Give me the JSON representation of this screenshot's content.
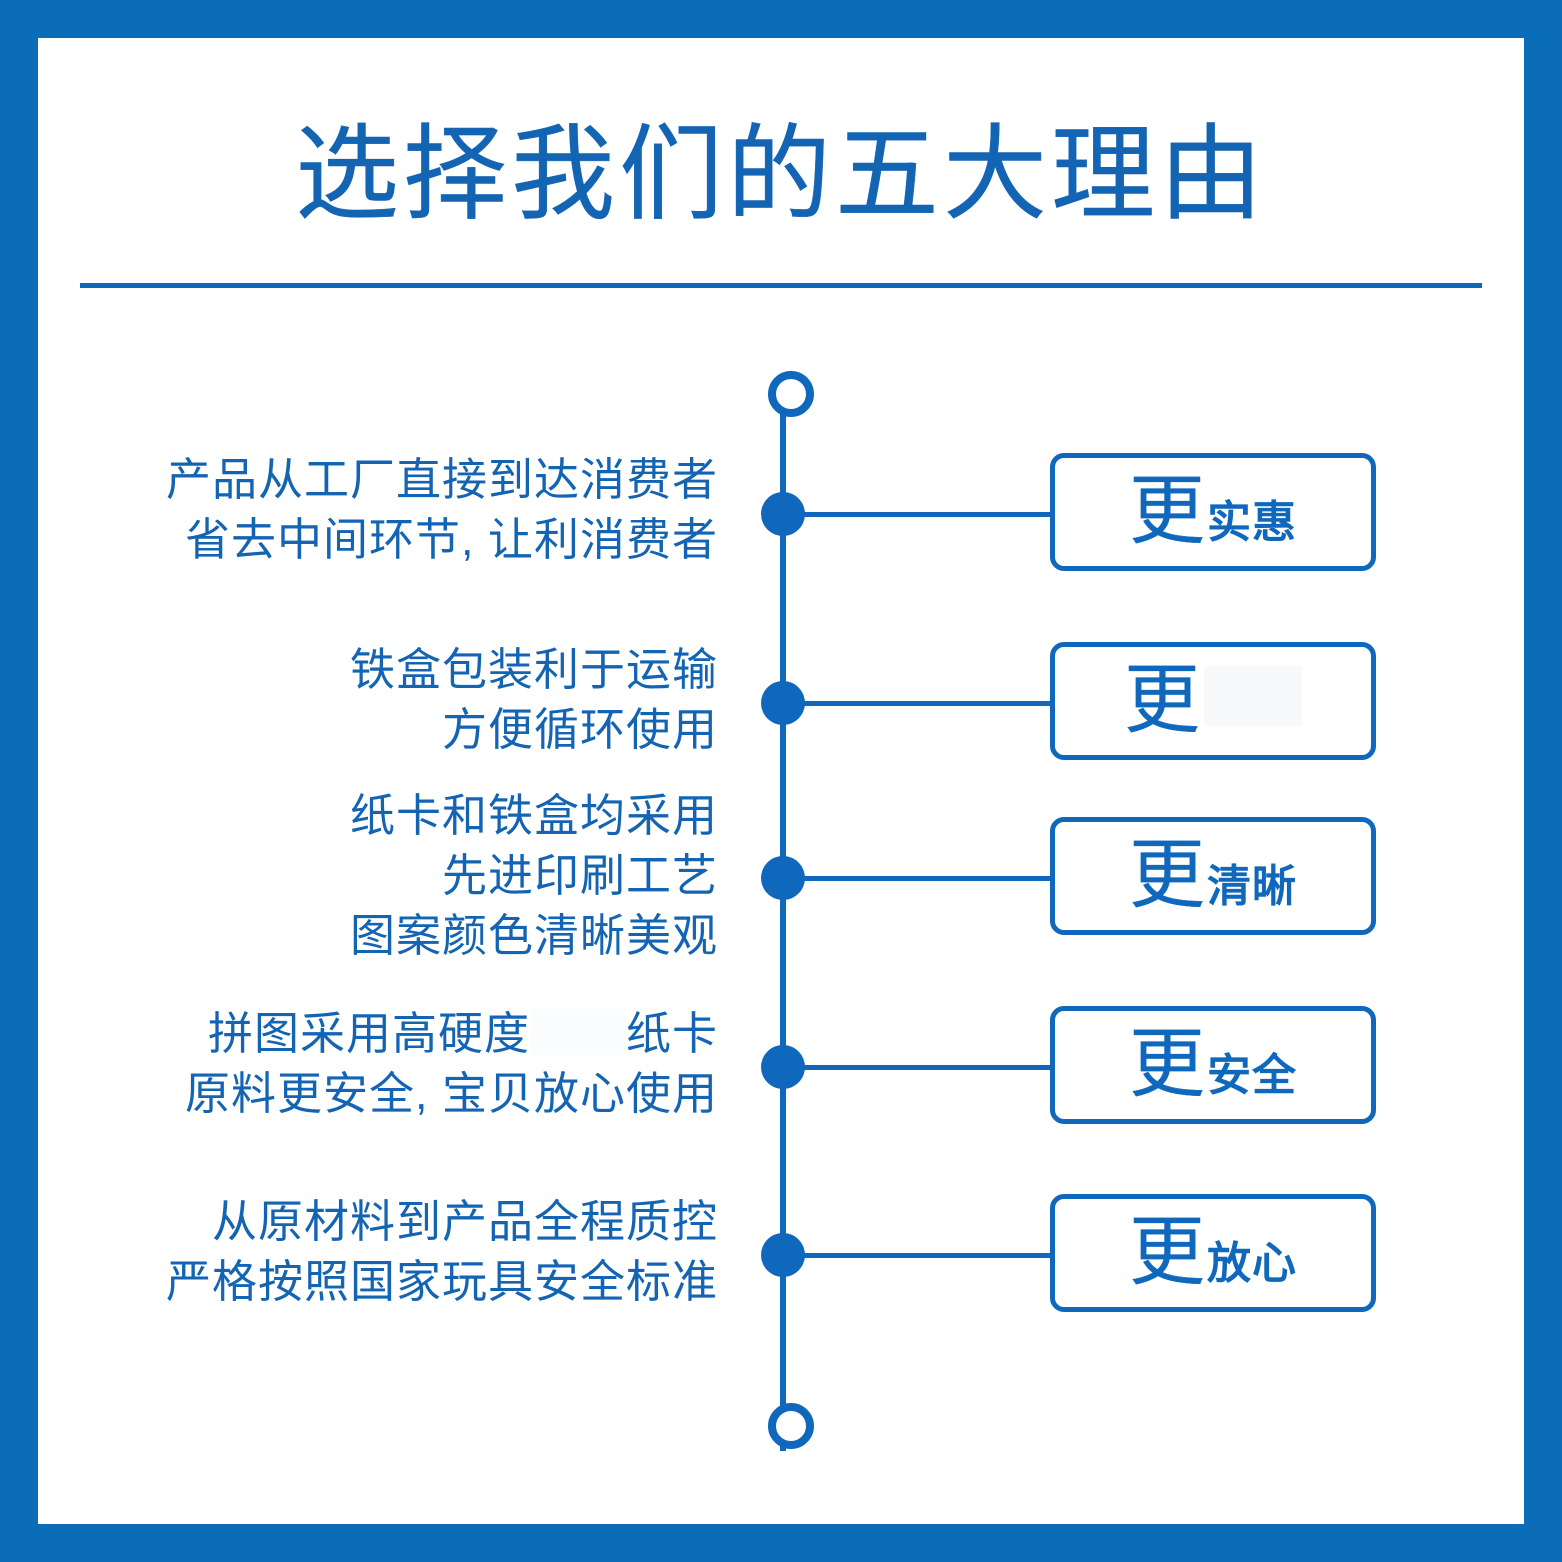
{
  "frame": {
    "border_color": "#0B6CB8",
    "background_color": "#FFFFFF"
  },
  "header": {
    "title": "选择我们的五大理由",
    "accent_color": "#1464B4"
  },
  "timeline": {
    "line_color": "#1068BC",
    "top_marker": "hollow-circle",
    "bottom_marker": "hollow-circle",
    "node_marker": "filled-circle"
  },
  "reasons": [
    {
      "index": 1,
      "description_lines": [
        "产品从工厂直接到达消费者",
        "省去中间环节, 让利消费者"
      ],
      "label_prefix": "更",
      "label_suffix": "实惠",
      "label_redacted": false
    },
    {
      "index": 2,
      "description_lines": [
        "铁盒包装利于运输",
        "方便循环使用"
      ],
      "label_prefix": "更",
      "label_suffix": "",
      "label_redacted": true
    },
    {
      "index": 3,
      "description_lines": [
        "纸卡和铁盒均采用",
        "先进印刷工艺",
        "图案颜色清晰美观"
      ],
      "label_prefix": "更",
      "label_suffix": "清晰",
      "label_redacted": false
    },
    {
      "index": 4,
      "description_lines": [
        "拼图采用高硬度",
        "纸卡",
        "原料更安全, 宝贝放心使用"
      ],
      "description_line_1_prefix": "拼图采用高硬度",
      "description_line_1_suffix": "纸卡",
      "description_line_1_redacted": true,
      "description_line_2": "原料更安全, 宝贝放心使用",
      "label_prefix": "更",
      "label_suffix": "安全",
      "label_redacted": false
    },
    {
      "index": 5,
      "description_lines": [
        "从原材料到产品全程质控",
        "严格按照国家玩具安全标准"
      ],
      "label_prefix": "更",
      "label_suffix": "放心",
      "label_redacted": false
    }
  ]
}
